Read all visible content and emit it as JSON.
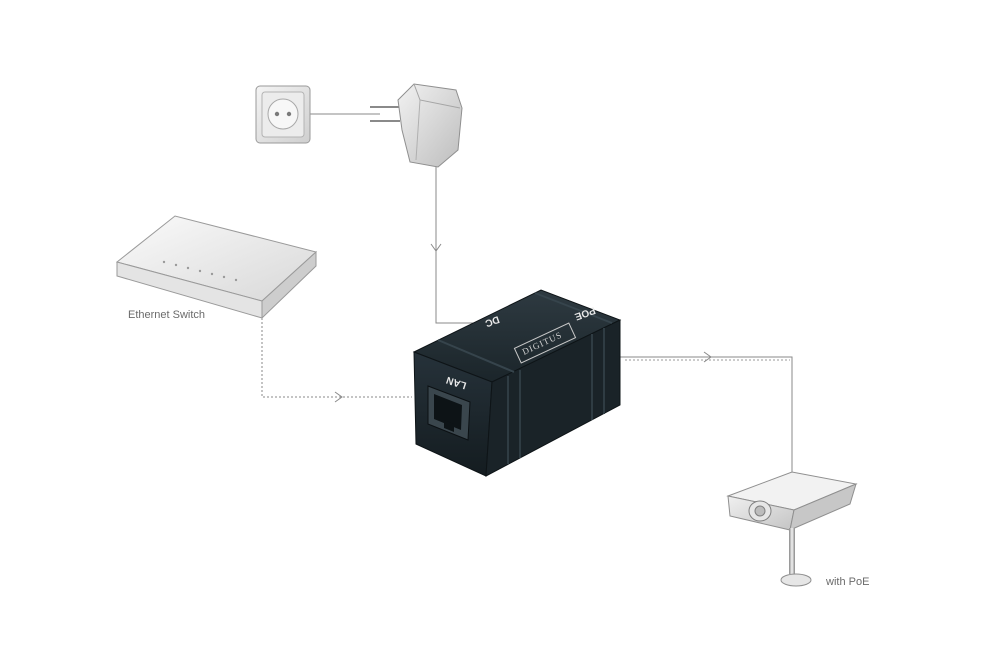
{
  "labels": {
    "ethernet_switch": "Ethernet Switch",
    "camera": "with PoE"
  },
  "injector": {
    "port_dc": "DC",
    "port_poe": "POE",
    "port_lan": "LAN",
    "brand": "DIGITUS"
  },
  "colors": {
    "line": "#7a7a7a",
    "device_outline": "#9a9a9a",
    "injector_body": "#1f2a30"
  },
  "icons": [
    "wall-socket-icon",
    "power-adapter-icon",
    "ethernet-switch-icon",
    "poe-injector-icon",
    "ip-camera-icon"
  ]
}
